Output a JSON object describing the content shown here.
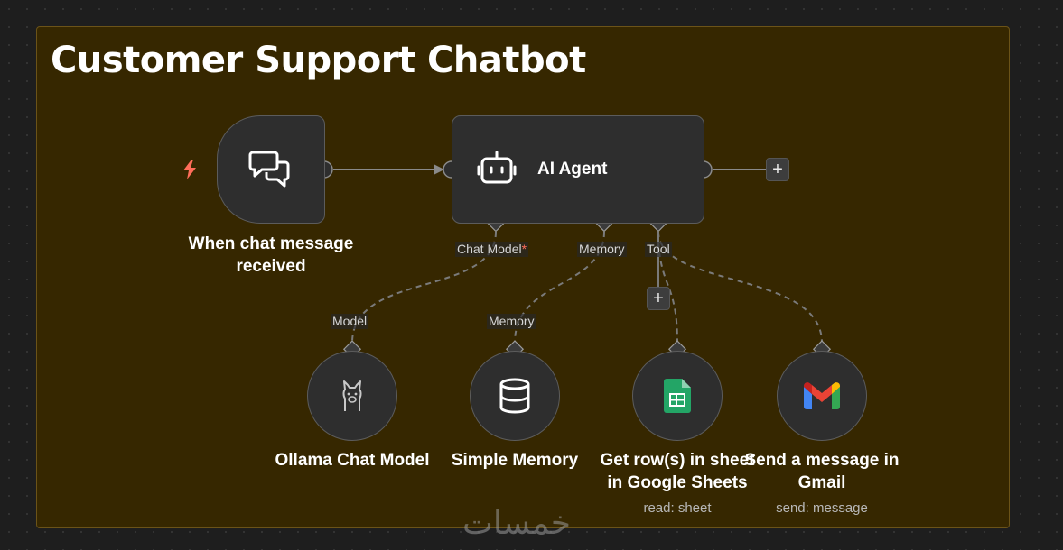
{
  "sticky_note": {
    "title": "Customer Support Chatbot"
  },
  "nodes": {
    "trigger": {
      "label_line1": "When chat message",
      "label_line2": "received"
    },
    "agent": {
      "title": "AI Agent"
    },
    "ollama": {
      "label": "Ollama Chat Model"
    },
    "memory": {
      "label": "Simple Memory"
    },
    "sheets": {
      "label_line1": "Get row(s) in sheet",
      "label_line2": "in Google Sheets",
      "subtitle": "read: sheet"
    },
    "gmail": {
      "label_line1": "Send a message in",
      "label_line2": "Gmail",
      "subtitle": "send: message"
    }
  },
  "ports": {
    "chat_model": "Chat Model",
    "chat_model_required": "*",
    "memory": "Memory",
    "tool": "Tool",
    "model_input": "Model",
    "memory_input": "Memory"
  },
  "buttons": {
    "add_next": "+",
    "add_tool": "+"
  },
  "watermark": "خمسات",
  "colors": {
    "sticky_bg": "#362700",
    "node_bg": "#2e2e2e",
    "trigger_bolt": "#ff6d5a",
    "sheets_green": "#23a566"
  },
  "icons": {
    "trigger": "chat-bubbles-icon",
    "agent": "robot-icon",
    "ollama": "llama-icon",
    "memory": "database-icon",
    "sheets": "google-sheets-icon",
    "gmail": "gmail-icon",
    "bolt": "lightning-bolt-icon"
  }
}
